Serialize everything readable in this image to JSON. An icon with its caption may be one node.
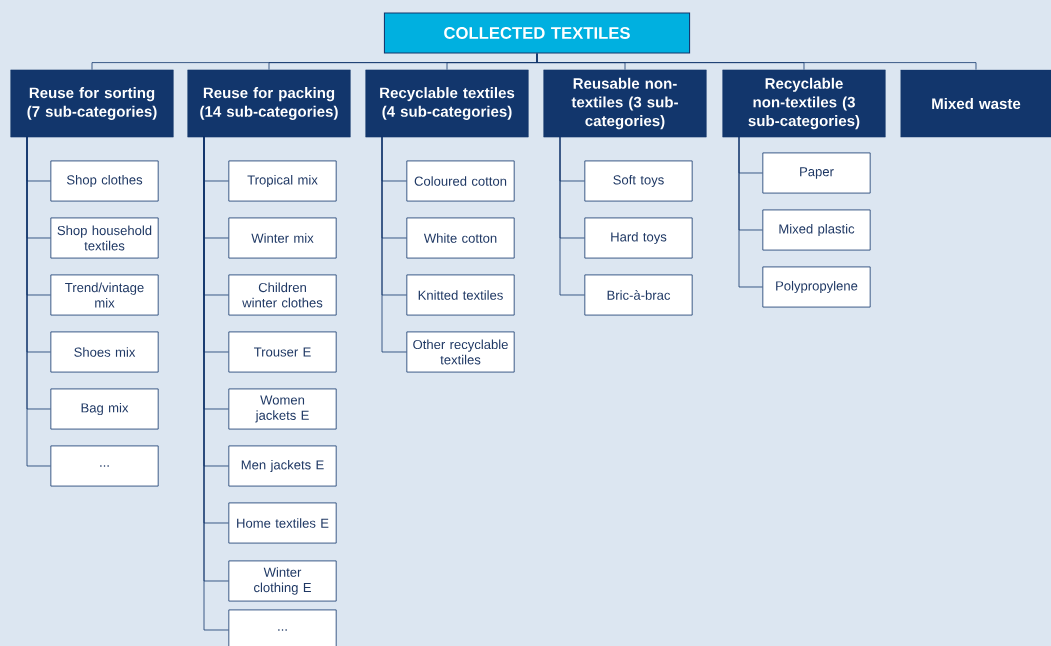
{
  "diagram": {
    "nodes": [
      {
        "text": [
          "COLLECTED TEXTILES"
        ]
      },
      {
        "text": [
          "Reuse for sorting (7 sub-categories)"
        ]
      },
      {
        "text": [
          "Reuse for packing (14 sub-categories)"
        ]
      },
      {
        "text": [
          "Recyclable textiles (4 sub-categories)"
        ]
      },
      {
        "text": [
          "Reusable non-textiles (3 sub-categories)"
        ]
      },
      {
        "text": [
          "Recyclable non-textiles (3 sub-categories)"
        ]
      },
      {
        "text": [
          "Mixed waste"
        ]
      },
      {
        "text": [
          "Shop clothes"
        ]
      },
      {
        "text": [
          "Shop household textiles"
        ]
      },
      {
        "text": [
          "Trend/vintage mix"
        ]
      },
      {
        "text": [
          "Shoes mix"
        ]
      },
      {
        "text": [
          "Bag mix"
        ]
      },
      {
        "text": [
          "..."
        ]
      },
      {
        "text": [
          "Tropical mix"
        ]
      },
      {
        "text": [
          "Winter mix"
        ]
      },
      {
        "text": [
          "Children winter clothes"
        ]
      },
      {
        "text": [
          "Trouser E"
        ]
      },
      {
        "text": [
          "Women jackets E"
        ]
      },
      {
        "text": [
          "Men jackets E"
        ]
      },
      {
        "text": [
          "Home textiles E"
        ]
      },
      {
        "text": [
          "Winter clothing E"
        ]
      },
      {
        "text": [
          "..."
        ]
      },
      {
        "text": [
          "Coloured cotton"
        ]
      },
      {
        "text": [
          "White cotton"
        ]
      },
      {
        "text": [
          "Knitted textiles"
        ]
      },
      {
        "text": [
          "Other recyclable textiles"
        ]
      },
      {
        "text": [
          "Soft toys"
        ]
      },
      {
        "text": [
          "Hard toys"
        ]
      },
      {
        "text": [
          "Bric-à-brac"
        ]
      },
      {
        "text": [
          "Paper"
        ]
      },
      {
        "text": [
          "Mixed plastic"
        ]
      },
      {
        "text": [
          "Polypropylene"
        ]
      }
    ],
    "edges": [
      {
        "from": 0,
        "to": 1,
        "arrow": "none"
      },
      {
        "from": 0,
        "to": 2,
        "arrow": "none"
      },
      {
        "from": 0,
        "to": 3,
        "arrow": "none"
      },
      {
        "from": 0,
        "to": 4,
        "arrow": "none"
      },
      {
        "from": 0,
        "to": 5,
        "arrow": "none"
      },
      {
        "from": 0,
        "to": 6,
        "arrow": "none"
      },
      {
        "from": 1,
        "to": 7,
        "arrow": "none"
      },
      {
        "from": 1,
        "to": 8,
        "arrow": "none"
      },
      {
        "from": 1,
        "to": 9,
        "arrow": "none"
      },
      {
        "from": 1,
        "to": 10,
        "arrow": "none"
      },
      {
        "from": 1,
        "to": 11,
        "arrow": "none"
      },
      {
        "from": 1,
        "to": 12,
        "arrow": "none"
      },
      {
        "from": 2,
        "to": 13,
        "arrow": "none"
      },
      {
        "from": 2,
        "to": 14,
        "arrow": "none"
      },
      {
        "from": 2,
        "to": 15,
        "arrow": "none"
      },
      {
        "from": 2,
        "to": 16,
        "arrow": "none"
      },
      {
        "from": 2,
        "to": 17,
        "arrow": "none"
      },
      {
        "from": 2,
        "to": 18,
        "arrow": "none"
      },
      {
        "from": 2,
        "to": 19,
        "arrow": "none"
      },
      {
        "from": 2,
        "to": 20,
        "arrow": "none"
      },
      {
        "from": 2,
        "to": 21,
        "arrow": "none"
      },
      {
        "from": 3,
        "to": 22,
        "arrow": "none"
      },
      {
        "from": 3,
        "to": 23,
        "arrow": "none"
      },
      {
        "from": 3,
        "to": 24,
        "arrow": "none"
      },
      {
        "from": 3,
        "to": 25,
        "arrow": "none"
      },
      {
        "from": 4,
        "to": 26,
        "arrow": "none"
      },
      {
        "from": 4,
        "to": 27,
        "arrow": "none"
      },
      {
        "from": 4,
        "to": 28,
        "arrow": "none"
      },
      {
        "from": 5,
        "to": 29,
        "arrow": "none"
      },
      {
        "from": 5,
        "to": 30,
        "arrow": "none"
      },
      {
        "from": 5,
        "to": 31,
        "arrow": "none"
      }
    ]
  }
}
